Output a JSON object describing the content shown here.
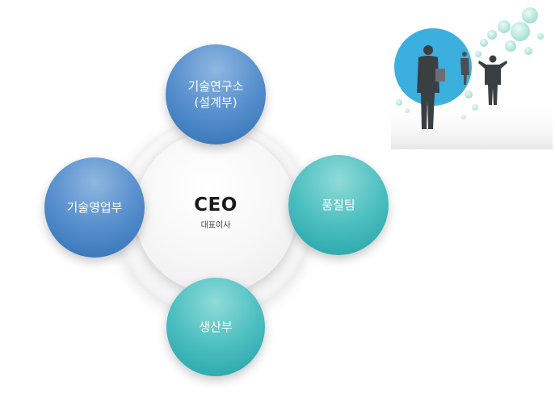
{
  "ceo": {
    "title": "CEO",
    "subtitle": "대표이사"
  },
  "nodes": {
    "top": "기술연구소\n(설계부)",
    "left": "기술영업부",
    "right": "품질팀",
    "bottom": "생산부"
  },
  "colors": {
    "blue": "#3f7fc2",
    "teal": "#33b1b4",
    "photo_circle": "#3bb0de"
  },
  "icons": [
    "business-people-illustration"
  ]
}
